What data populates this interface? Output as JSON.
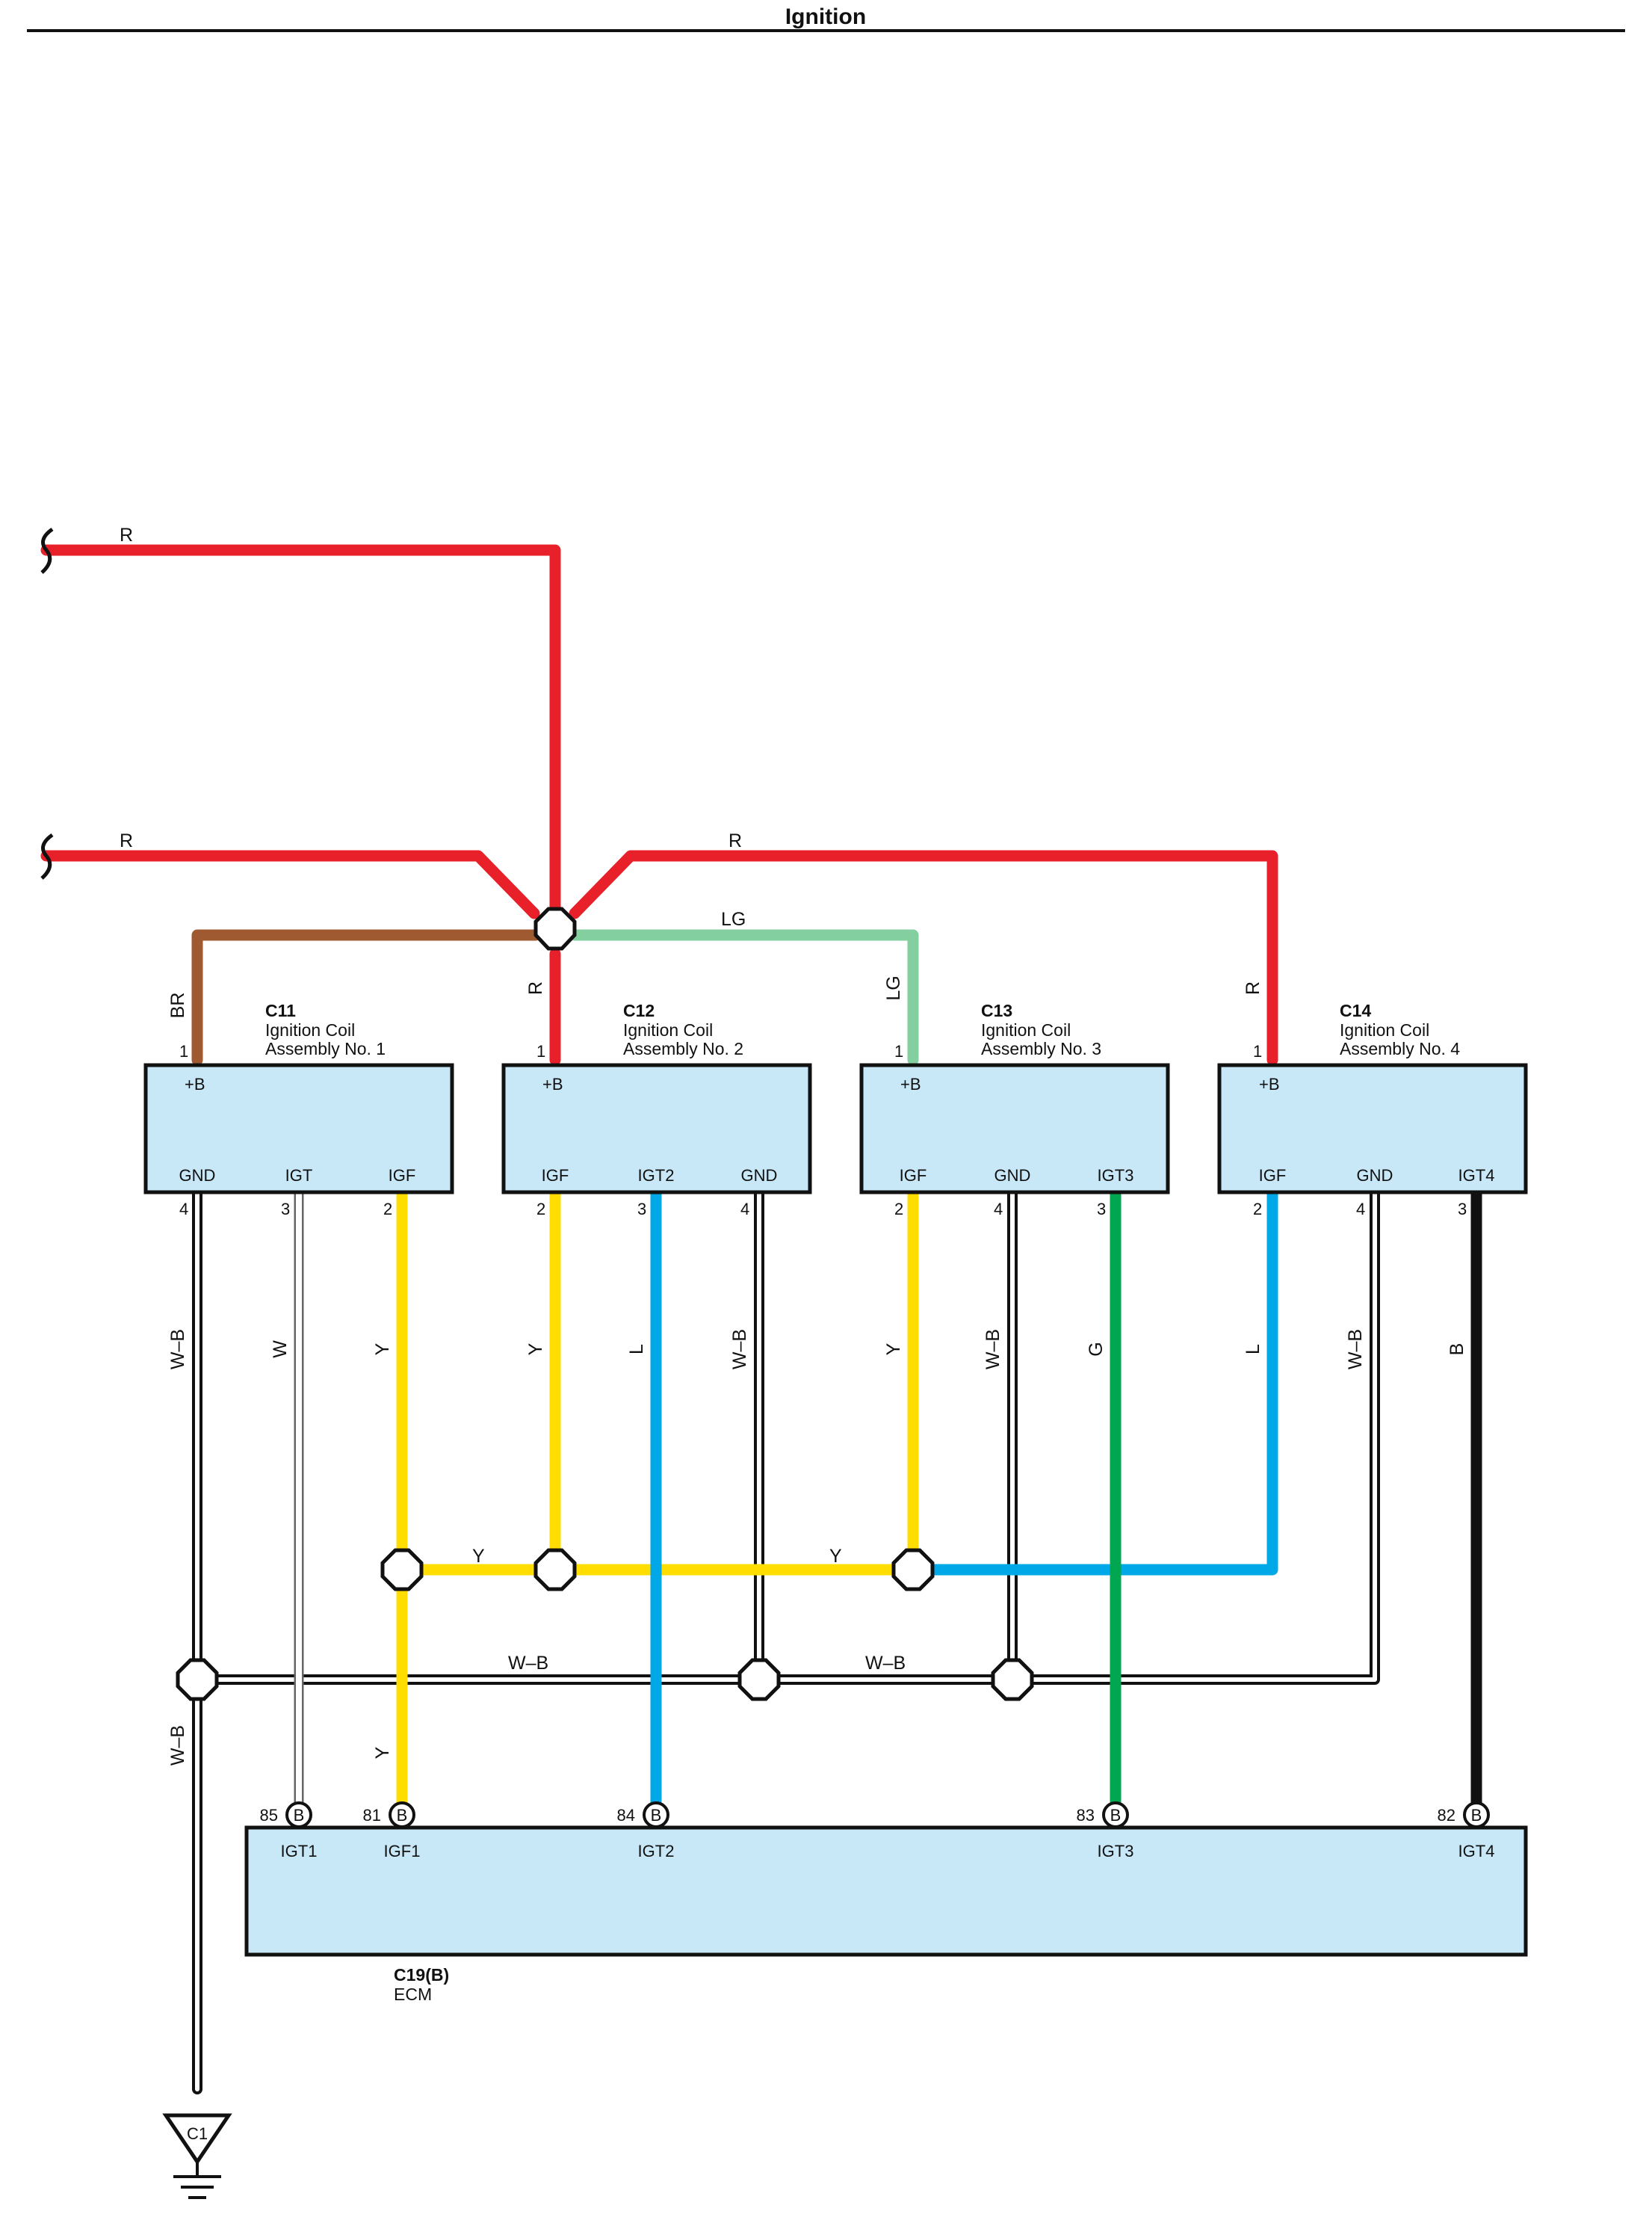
{
  "page": {
    "title": "Ignition"
  },
  "colors": {
    "R": "#e8202a",
    "BR": "#a05a32",
    "LG": "#84cfa0",
    "Y": "#ffdd00",
    "L": "#00a8e8",
    "G": "#00a650",
    "B": "#111111",
    "W": "#ffffff",
    "component_fill": "#c8e8f8"
  },
  "wire_labels": {
    "r_top": "R",
    "r_mid_left": "R",
    "r_mid_right": "R",
    "lg_top": "LG",
    "br_c11": "BR",
    "r_c12": "R",
    "lg_c13": "LG",
    "r_c14": "R",
    "c11_gnd": "W–B",
    "c11_igt": "W",
    "c11_igf": "Y",
    "c12_igf": "Y",
    "c12_igt2": "L",
    "c12_gnd": "W–B",
    "c13_igf": "Y",
    "c13_gnd": "W–B",
    "c13_igt3": "G",
    "c14_igf": "L",
    "c14_gnd": "W–B",
    "c14_igt4": "B",
    "y_bus_left": "Y",
    "y_bus_right": "Y",
    "wb_bus_left": "W–B",
    "wb_bus_right": "W–B",
    "ground_drop": "W–B",
    "igf1_drop": "Y"
  },
  "components": {
    "c11": {
      "code": "C11",
      "line1": "Ignition Coil",
      "line2": "Assembly No. 1",
      "pin_top": "1",
      "pin_top_label": "+B",
      "pins": [
        {
          "num": "4",
          "label": "GND"
        },
        {
          "num": "3",
          "label": "IGT"
        },
        {
          "num": "2",
          "label": "IGF"
        }
      ]
    },
    "c12": {
      "code": "C12",
      "line1": "Ignition Coil",
      "line2": "Assembly No. 2",
      "pin_top": "1",
      "pin_top_label": "+B",
      "pins": [
        {
          "num": "2",
          "label": "IGF"
        },
        {
          "num": "3",
          "label": "IGT2"
        },
        {
          "num": "4",
          "label": "GND"
        }
      ]
    },
    "c13": {
      "code": "C13",
      "line1": "Ignition Coil",
      "line2": "Assembly No. 3",
      "pin_top": "1",
      "pin_top_label": "+B",
      "pins": [
        {
          "num": "2",
          "label": "IGF"
        },
        {
          "num": "4",
          "label": "GND"
        },
        {
          "num": "3",
          "label": "IGT3"
        }
      ]
    },
    "c14": {
      "code": "C14",
      "line1": "Ignition Coil",
      "line2": "Assembly No. 4",
      "pin_top": "1",
      "pin_top_label": "+B",
      "pins": [
        {
          "num": "2",
          "label": "IGF"
        },
        {
          "num": "4",
          "label": "GND"
        },
        {
          "num": "3",
          "label": "IGT4"
        }
      ]
    }
  },
  "ecm": {
    "code": "C19(B)",
    "name": "ECM",
    "terminal_letter": "B",
    "pins": [
      {
        "num": "85",
        "label": "IGT1"
      },
      {
        "num": "81",
        "label": "IGF1"
      },
      {
        "num": "84",
        "label": "IGT2"
      },
      {
        "num": "83",
        "label": "IGT3"
      },
      {
        "num": "82",
        "label": "IGT4"
      }
    ]
  },
  "ground": {
    "label": "C1"
  }
}
